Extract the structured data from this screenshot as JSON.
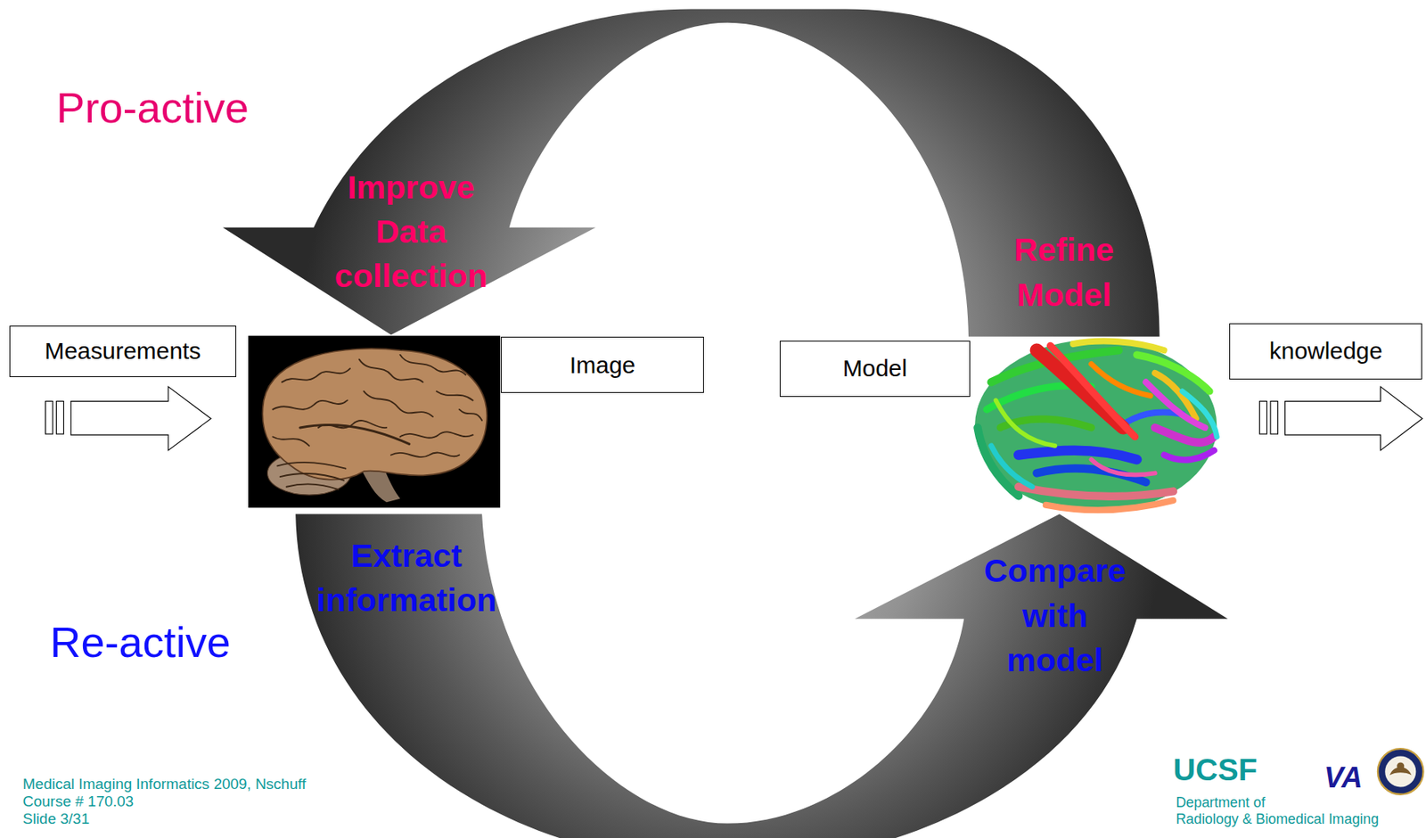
{
  "diagram": {
    "nodes": [
      {
        "text": [
          "Measurements"
        ]
      },
      {
        "text": [
          "Image"
        ]
      },
      {
        "text": [
          "Model"
        ]
      },
      {
        "text": [
          "knowledge"
        ]
      }
    ],
    "labels": [
      "Pro-active",
      "Re-active",
      "Improve Data collection",
      "Refine Model",
      "Extract information",
      "Compare with model",
      "Medical Imaging Informatics 2009, Nschuff",
      "Course # 170.03",
      "Slide 3/31",
      "UCSF",
      "VA",
      "Department of",
      "Radiology & Biomedical Imaging"
    ]
  }
}
